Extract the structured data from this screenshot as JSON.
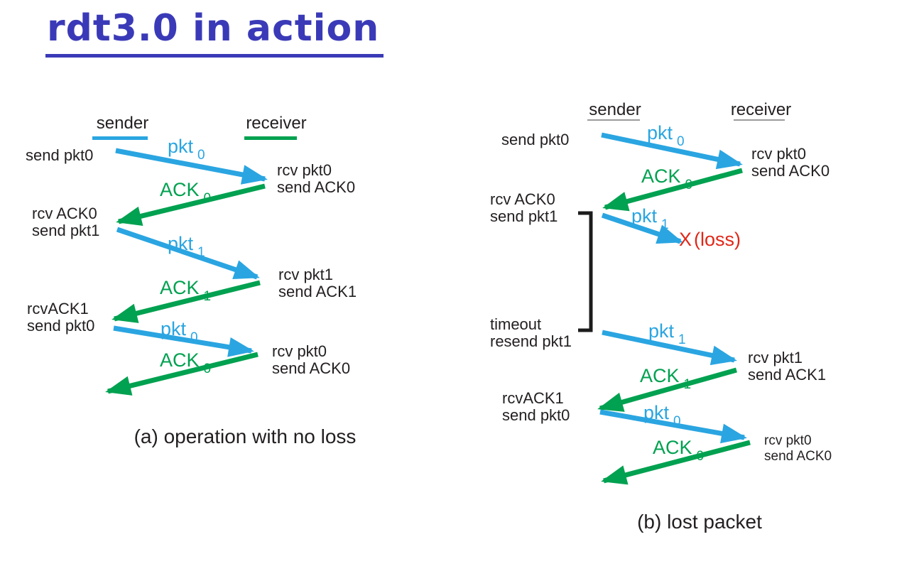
{
  "title": "rdt3.0 in action",
  "colors": {
    "blue": "#2aa5e1",
    "green": "#00a150",
    "red": "#e02718",
    "ink": "#231f20",
    "title_blue": "#3a3ab8",
    "gray": "#9b9b9b"
  },
  "diagram_a": {
    "sender_label": "sender",
    "receiver_label": "receiver",
    "caption": "(a) operation with no loss",
    "left_events": [
      {
        "line1": "send pkt0"
      },
      {
        "line1": "rcv ACK0",
        "line2": "send pkt1"
      },
      {
        "line1": "rcvACK1",
        "line2": "send pkt0"
      }
    ],
    "right_events": [
      {
        "line1": "rcv pkt0",
        "line2": "send ACK0"
      },
      {
        "line1": "rcv pkt1",
        "line2": "send ACK1"
      },
      {
        "line1": "rcv pkt0",
        "line2": "send ACK0"
      }
    ],
    "arrow_labels": [
      {
        "text": "pkt",
        "sub": "0"
      },
      {
        "text": "ACK",
        "sub": "0"
      },
      {
        "text": "pkt",
        "sub": "1"
      },
      {
        "text": "ACK",
        "sub": "1"
      },
      {
        "text": "pkt",
        "sub": "0"
      },
      {
        "text": "ACK",
        "sub": "0"
      }
    ]
  },
  "diagram_b": {
    "sender_label": "sender",
    "receiver_label": "receiver",
    "caption": "(b) lost packet",
    "left_events": [
      {
        "line1": "send pkt0"
      },
      {
        "line1": "rcv ACK0",
        "line2": "send pkt1"
      },
      {
        "line1": "timeout",
        "line2": "resend pkt1"
      },
      {
        "line1": "rcvACK1",
        "line2": "send pkt0"
      }
    ],
    "right_events": [
      {
        "line1": "rcv pkt0",
        "line2": "send ACK0"
      },
      {
        "line1": "rcv pkt1",
        "line2": "send ACK1"
      },
      {
        "line1": "rcv pkt0",
        "line2": "send ACK0"
      }
    ],
    "arrow_labels": [
      {
        "text": "pkt",
        "sub": "0"
      },
      {
        "text": "ACK",
        "sub": "0"
      },
      {
        "text": "pkt",
        "sub": "1"
      },
      {
        "text": "pkt",
        "sub": "1"
      },
      {
        "text": "ACK",
        "sub": "1"
      },
      {
        "text": "pkt",
        "sub": "0"
      },
      {
        "text": "ACK",
        "sub": "0"
      }
    ],
    "loss_x": "X",
    "loss_label": "(loss)"
  }
}
